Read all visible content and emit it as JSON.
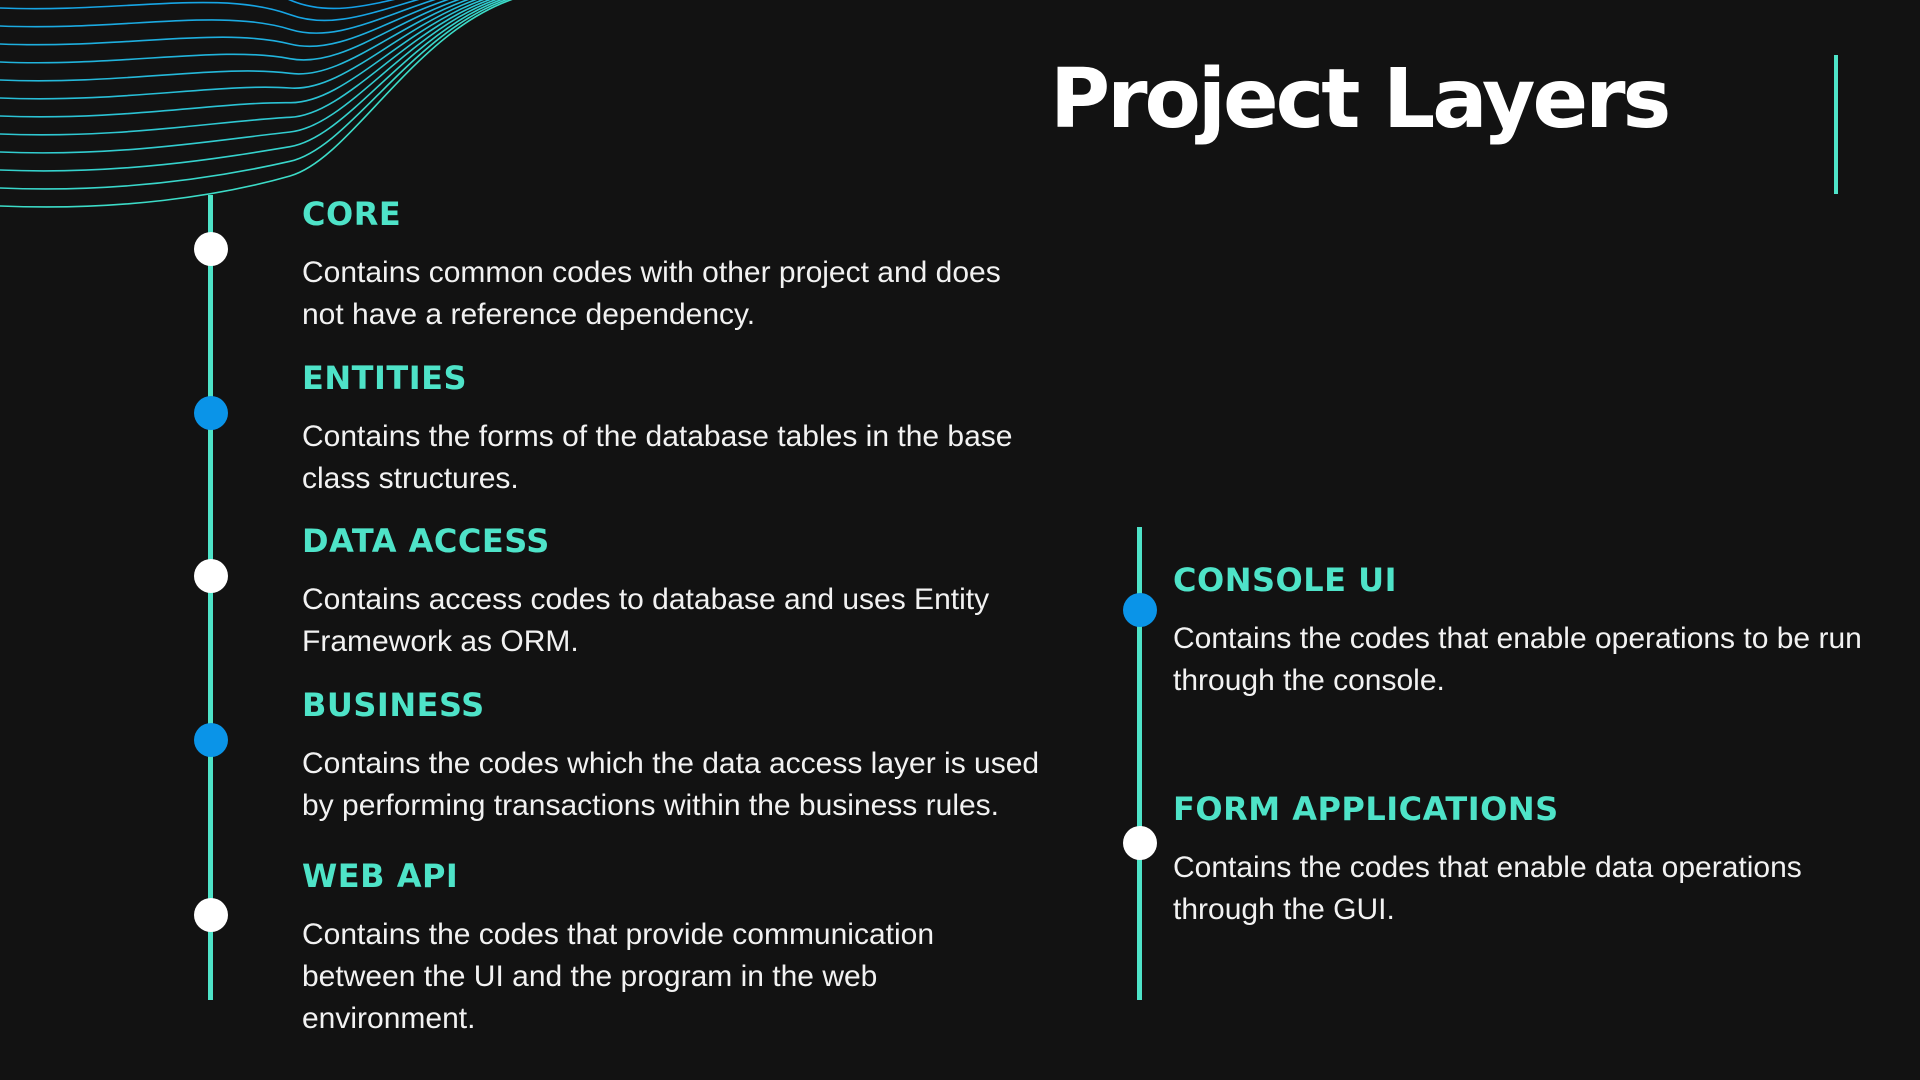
{
  "title": "Project Layers",
  "colors": {
    "background": "#121212",
    "accent": "#4ee3c8",
    "dot_blue": "#0a94e8",
    "dot_white": "#ffffff",
    "wave": "#1aa4d8"
  },
  "left_column": [
    {
      "heading": "CORE",
      "description": "Contains common codes with other project and does not have a reference dependency.",
      "dot": "white"
    },
    {
      "heading": "ENTITIES",
      "description": "Contains the forms of the database tables in the base class structures.",
      "dot": "blue"
    },
    {
      "heading": "DATA ACCESS",
      "description": "Contains access codes to database and uses Entity Framework as ORM.",
      "dot": "white"
    },
    {
      "heading": "BUSINESS",
      "description": "Contains the codes which the data access layer is used by performing transactions within the business rules.",
      "dot": "blue"
    },
    {
      "heading": "WEB API",
      "description": "Contains the codes that provide communication between the UI and the program in the web environment.",
      "dot": "white"
    }
  ],
  "right_column": [
    {
      "heading": "CONSOLE UI",
      "description": "Contains the codes that enable operations to be run through the console.",
      "dot": "blue"
    },
    {
      "heading": "FORM APPLICATIONS",
      "description": "Contains the codes that enable data operations through the GUI.",
      "dot": "white"
    }
  ]
}
